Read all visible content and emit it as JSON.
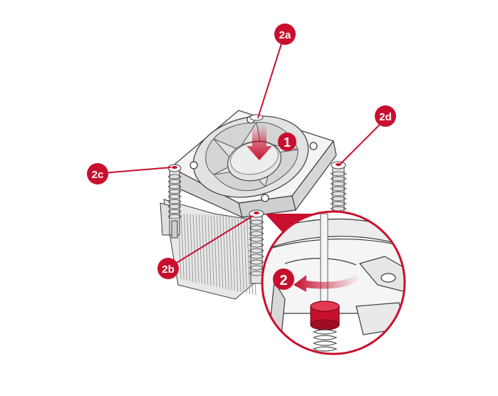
{
  "colors": {
    "accent": "#c8102e",
    "line": "#3a3a3a",
    "fill_light": "#f2f2f2",
    "fill_mid": "#dcdcdc",
    "fill_dark": "#bdbdbd"
  },
  "callouts": {
    "step1": "1",
    "step2": "2",
    "screw_2a": "2a",
    "screw_2b": "2b",
    "screw_2c": "2c",
    "screw_2d": "2d"
  }
}
